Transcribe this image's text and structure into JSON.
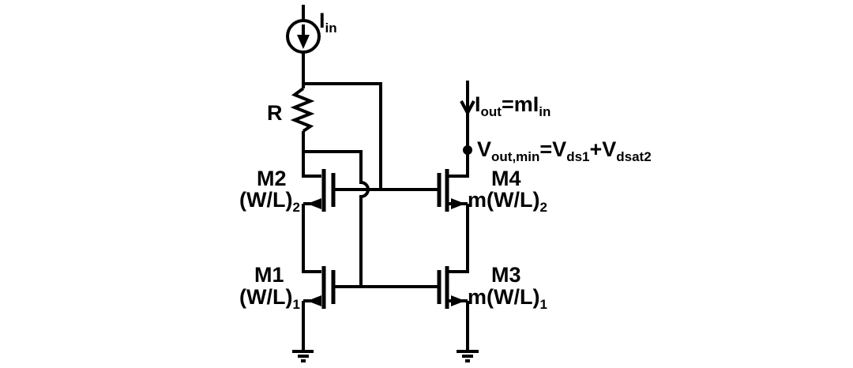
{
  "colors": {
    "ink": "#000000",
    "background": "#ffffff"
  },
  "labels": {
    "input_current": {
      "base": "I",
      "sub": "in"
    },
    "resistor": "R",
    "output_current": {
      "p1": "I",
      "s1": "out",
      "p2": "=mI",
      "s2": "in"
    },
    "output_voltage": {
      "p1": "V",
      "s1": "out,min",
      "p2": "=V",
      "s2": "ds1",
      "p3": "+V",
      "s3": "dsat2"
    }
  },
  "transistors": {
    "m2": {
      "name": "M2",
      "size_base": "(W/L)",
      "size_sub": "2"
    },
    "m1": {
      "name": "M1",
      "size_base": "(W/L)",
      "size_sub": "1"
    },
    "m4": {
      "name": "M4",
      "size_base": "m(W/L)",
      "size_sub": "2"
    },
    "m3": {
      "name": "M3",
      "size_base": "m(W/L)",
      "size_sub": "1"
    }
  },
  "icons": {
    "current_source": "current-source-icon",
    "resistor": "resistor-icon",
    "nmos_transistor": "nmos-transistor-icon",
    "ground": "ground-icon",
    "node_dot": "connection-node-dot",
    "wire_hop": "wire-crossover-hop"
  }
}
